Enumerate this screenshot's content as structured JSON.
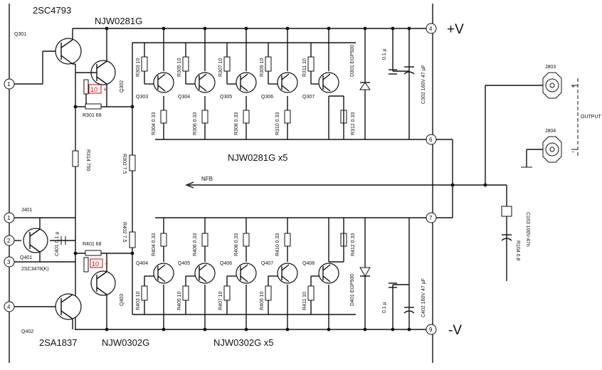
{
  "title_labels": {
    "q301_part": "2SC4793",
    "q302_part": "NJW0281G",
    "q402_part": "2SA1837",
    "q403_part": "NJW0302G",
    "upper_array": "NJW0281G x5",
    "lower_array": "NJW0302G x5",
    "pos_rail": "+V",
    "neg_rail": "-V",
    "nfb": "NFB",
    "output": "OUTPUT",
    "plus_sign": "+",
    "minus_sign": "−"
  },
  "connectors": {
    "left": [
      "1",
      "1",
      "2",
      "3",
      "4"
    ],
    "right": [
      "4",
      "6",
      "7",
      "9"
    ]
  },
  "transistor_labels": {
    "q301": "Q301",
    "q302": "Q302",
    "q303": "Q303",
    "q304": "Q304",
    "q305": "Q305",
    "q306": "Q306",
    "q307": "Q307",
    "q401": "Q401",
    "q402": "Q402",
    "q403": "Q403",
    "q404": "Q404",
    "q405": "Q405",
    "q406": "Q406",
    "q407": "Q407",
    "q408": "Q408",
    "q401_part": "2SC3478(K)"
  },
  "resistors": {
    "r301": "R301 68",
    "r401": "R401 68",
    "r314": "R314 750",
    "r302": "R302 7.5",
    "r402": "R402 7.5",
    "upper_base": [
      "R303 10",
      "R305 10",
      "R307 10",
      "R309 10",
      "R311 10"
    ],
    "upper_emitter": [
      "R304 0.33",
      "R306 0.33",
      "R308 0.33",
      "R310 0.33",
      "R312 0.33"
    ],
    "lower_base": [
      "R403 10",
      "R405 10",
      "R407 10",
      "R409 10",
      "R411 10"
    ],
    "lower_emitter": [
      "R404 0.33",
      "R406 0.33",
      "R408 0.33",
      "R410 0.33",
      "R412 0.33"
    ],
    "r104": "R104 6.8",
    "trim_upper": "10",
    "trim_lower": "10",
    "trim_sign": "+"
  },
  "caps_diodes": {
    "d301": "D301 EGP500",
    "d401": "D401 EGP500",
    "c302": "C302 160V 47 µF",
    "c402": "C402 160V 47 µF",
    "c_small": "0.1 µ",
    "c401": "C401 0.1 µ",
    "c163": "C163 100V-47n"
  },
  "jacks": {
    "j401": "J401",
    "j803": "J803",
    "j804": "J804"
  }
}
